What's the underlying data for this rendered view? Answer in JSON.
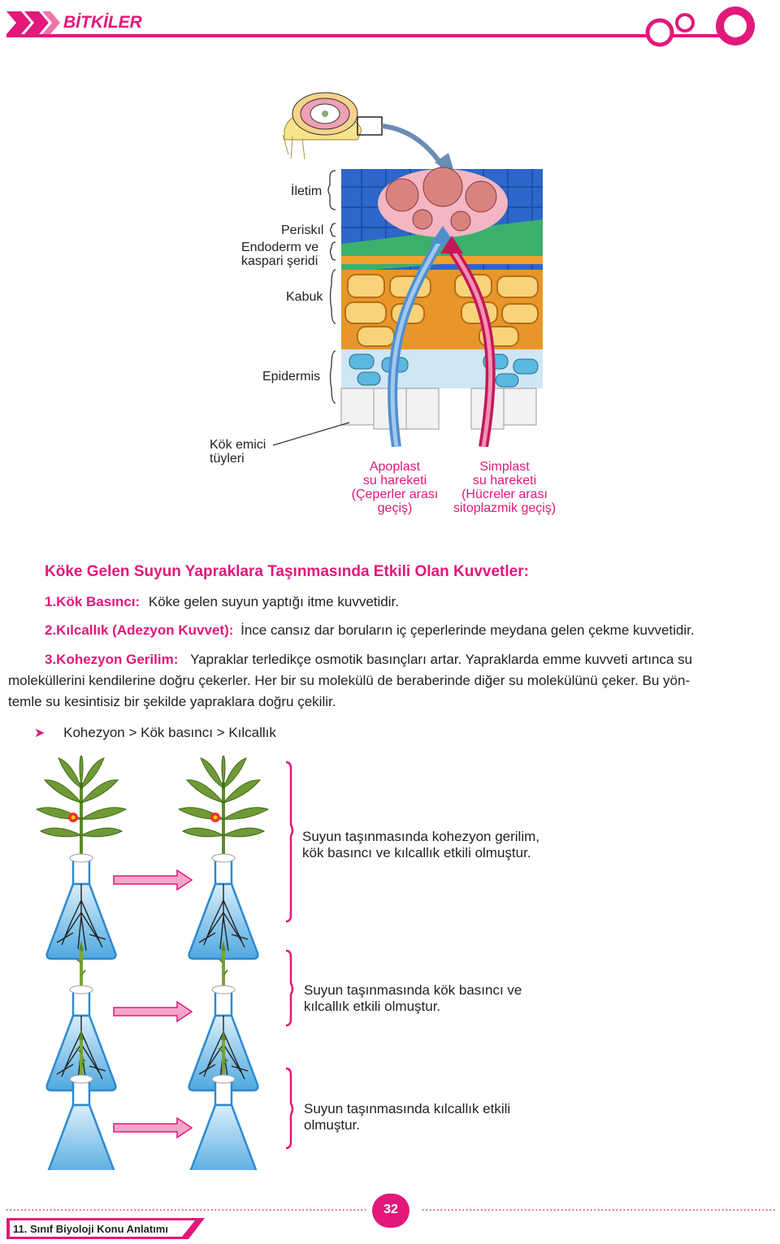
{
  "header": {
    "title": "BİTKİLER"
  },
  "root_diagram": {
    "labels": {
      "iletim": "İletim",
      "periskil": "Periskıl",
      "endoderm": "Endoderm ve",
      "kaspari": "kaspari şeridi",
      "kabuk": "Kabuk",
      "epidermis": "Epidermis",
      "emici1": "Kök emici",
      "emici2": "tüyleri"
    },
    "apoplast": [
      "Apoplast",
      "su hareketi",
      "(Çeperler arası",
      "geçiş)"
    ],
    "simplast": [
      "Simplast",
      "su hareketi",
      "(Hücreler arası",
      "sitoplazmik geçiş)"
    ]
  },
  "forces": {
    "heading": "Köke Gelen Suyun Yapraklara Taşınmasında Etkili Olan Kuvvetler:",
    "item1_label": "1.Kök Basıncı:",
    "item1_text": "Köke gelen suyun yaptığı itme kuvvetidir.",
    "item2_label": "2.Kılcallık (Adezyon Kuvvet):",
    "item2_text": "İnce cansız dar boruların iç çeperlerinde meydana gelen çekme kuvvetidir.",
    "item3_label": "3.Kohezyon Gerilim:",
    "item3_line1": "Yapraklar terledikçe osmotik basınçları artar. Yapraklarda emme kuvveti artınca su",
    "item3_line2": "moleküllerini kendilerine doğru çekerler. Her bir su molekülü de beraberinde diğer su molekülünü çeker. Bu yön-",
    "item3_line3": "temle su kesintisiz bir şekilde yapraklara doğru çekilir.",
    "order": "Kohezyon > Kök basıncı > Kılcallık"
  },
  "experiments": {
    "exp1_line1": "Suyun taşınmasında kohezyon gerilim,",
    "exp1_line2": "kök basıncı ve kılcallık etkili olmuştur.",
    "exp2_line1": "Suyun taşınmasında kök basıncı ve",
    "exp2_line2": "kılcallık etkili olmuştur.",
    "exp3_line1": "Suyun taşınmasında kılcallık etkili",
    "exp3_line2": "olmuştur."
  },
  "footer": {
    "page_number": "32",
    "book_title": "11. Sınıf Biyoloji Konu Anlatımı"
  },
  "colors": {
    "accent": "#e2187a",
    "water": "#9fd0ee",
    "flask": "#2d8ad0"
  }
}
